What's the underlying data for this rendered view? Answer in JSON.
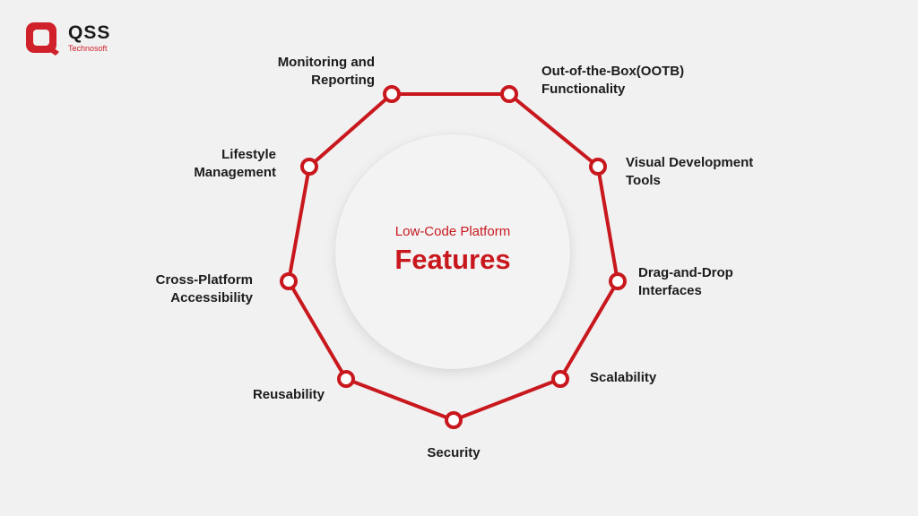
{
  "logo": {
    "name": "QSS",
    "subtitle": "Technosoft",
    "brand_color": "#d0202a"
  },
  "center": {
    "subtitle": "Low-Code Platform",
    "title": "Features"
  },
  "colors": {
    "accent": "#c8181e",
    "background": "#f1f1f1",
    "text": "#1c1c1c"
  },
  "features": [
    {
      "label": "Out-of-the-Box(OOTB)\nFunctionality"
    },
    {
      "label": "Visual Development\nTools"
    },
    {
      "label": "Drag-and-Drop\nInterfaces"
    },
    {
      "label": "Scalability"
    },
    {
      "label": "Security"
    },
    {
      "label": "Reusability"
    },
    {
      "label": "Cross-Platform\nAccessibility"
    },
    {
      "label": "Lifestyle\nManagement"
    },
    {
      "label": "Monitoring and\nReporting"
    }
  ]
}
